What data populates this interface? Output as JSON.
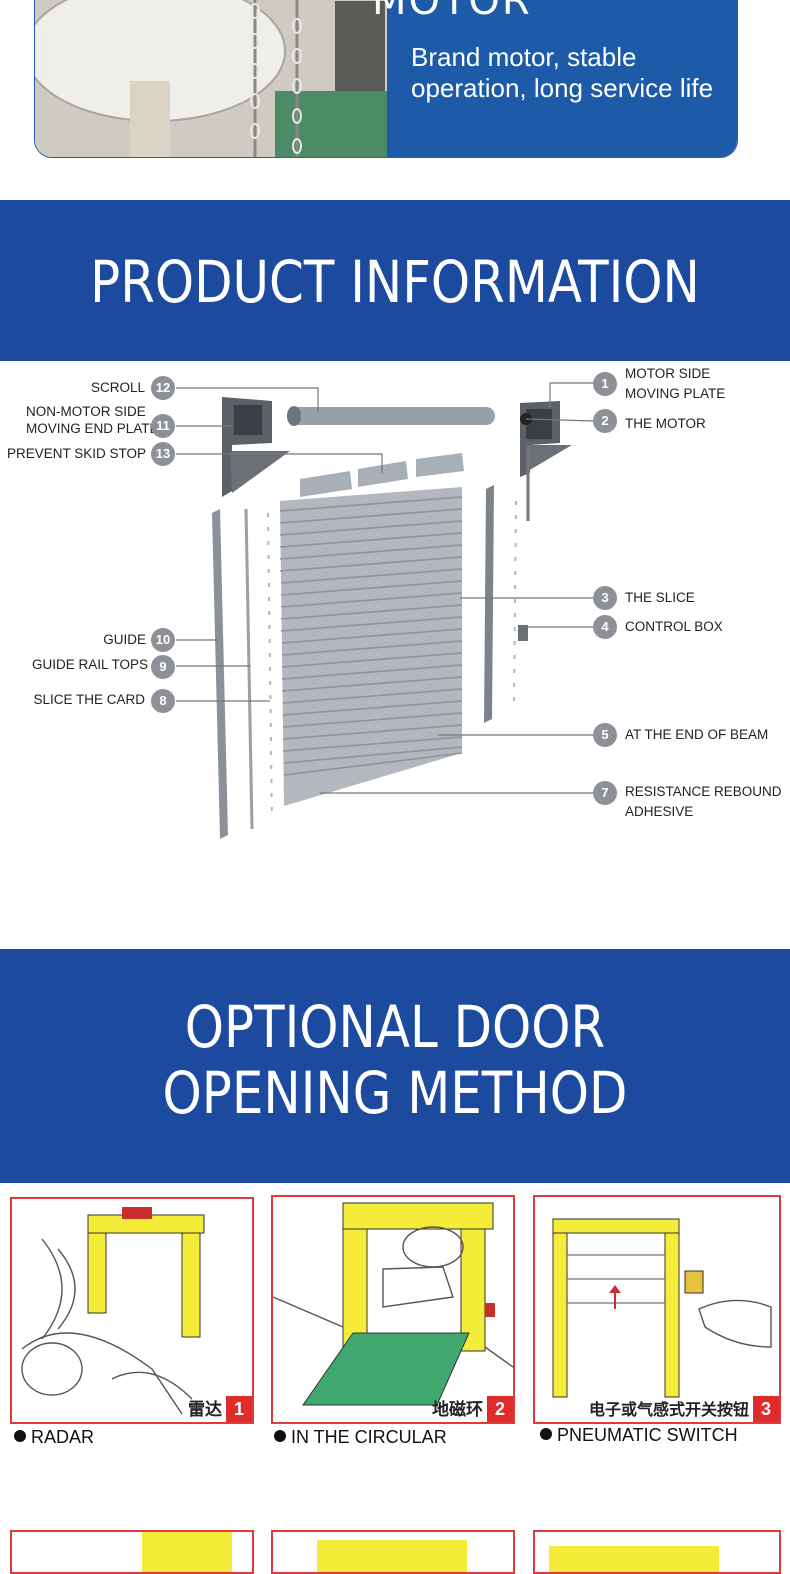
{
  "motor_card": {
    "title": "MOTOR",
    "description": "Brand motor, stable operation, long service life"
  },
  "product_info": {
    "heading": "PRODUCT INFORMATION",
    "parts": [
      {
        "num": "1",
        "label": "MOTOR SIDE\nMOVING PLATE"
      },
      {
        "num": "2",
        "label": "THE MOTOR"
      },
      {
        "num": "3",
        "label": "THE SLICE"
      },
      {
        "num": "4",
        "label": "CONTROL BOX"
      },
      {
        "num": "5",
        "label": "AT THE END OF BEAM"
      },
      {
        "num": "7",
        "label": "RESISTANCE REBOUND\nADHESIVE"
      },
      {
        "num": "8",
        "label": "SLICE THE CARD"
      },
      {
        "num": "9",
        "label": "GUIDE RAIL TOPS"
      },
      {
        "num": "10",
        "label": "GUIDE"
      },
      {
        "num": "11",
        "label": "NON-MOTOR SIDE\nMOVING END PLATE"
      },
      {
        "num": "12",
        "label": "SCROLL"
      },
      {
        "num": "13",
        "label": "PREVENT SKID STOP"
      }
    ]
  },
  "opening_methods": {
    "heading_line1": "OPTIONAL DOOR",
    "heading_line2": "OPENING METHOD",
    "items": [
      {
        "num": "1",
        "cn": "雷达",
        "caption": "RADAR"
      },
      {
        "num": "2",
        "cn": "地磁环",
        "caption": "IN THE CIRCULAR"
      },
      {
        "num": "3",
        "cn": "电子或气感式开关按钮",
        "caption": "PNEUMATIC SWITCH"
      }
    ]
  },
  "colors": {
    "banner_blue": "#1c4a9e",
    "card_blue": "#1d5aa8",
    "frame_yellow": "#f5ec3a",
    "badge_red": "#e02b2b"
  }
}
